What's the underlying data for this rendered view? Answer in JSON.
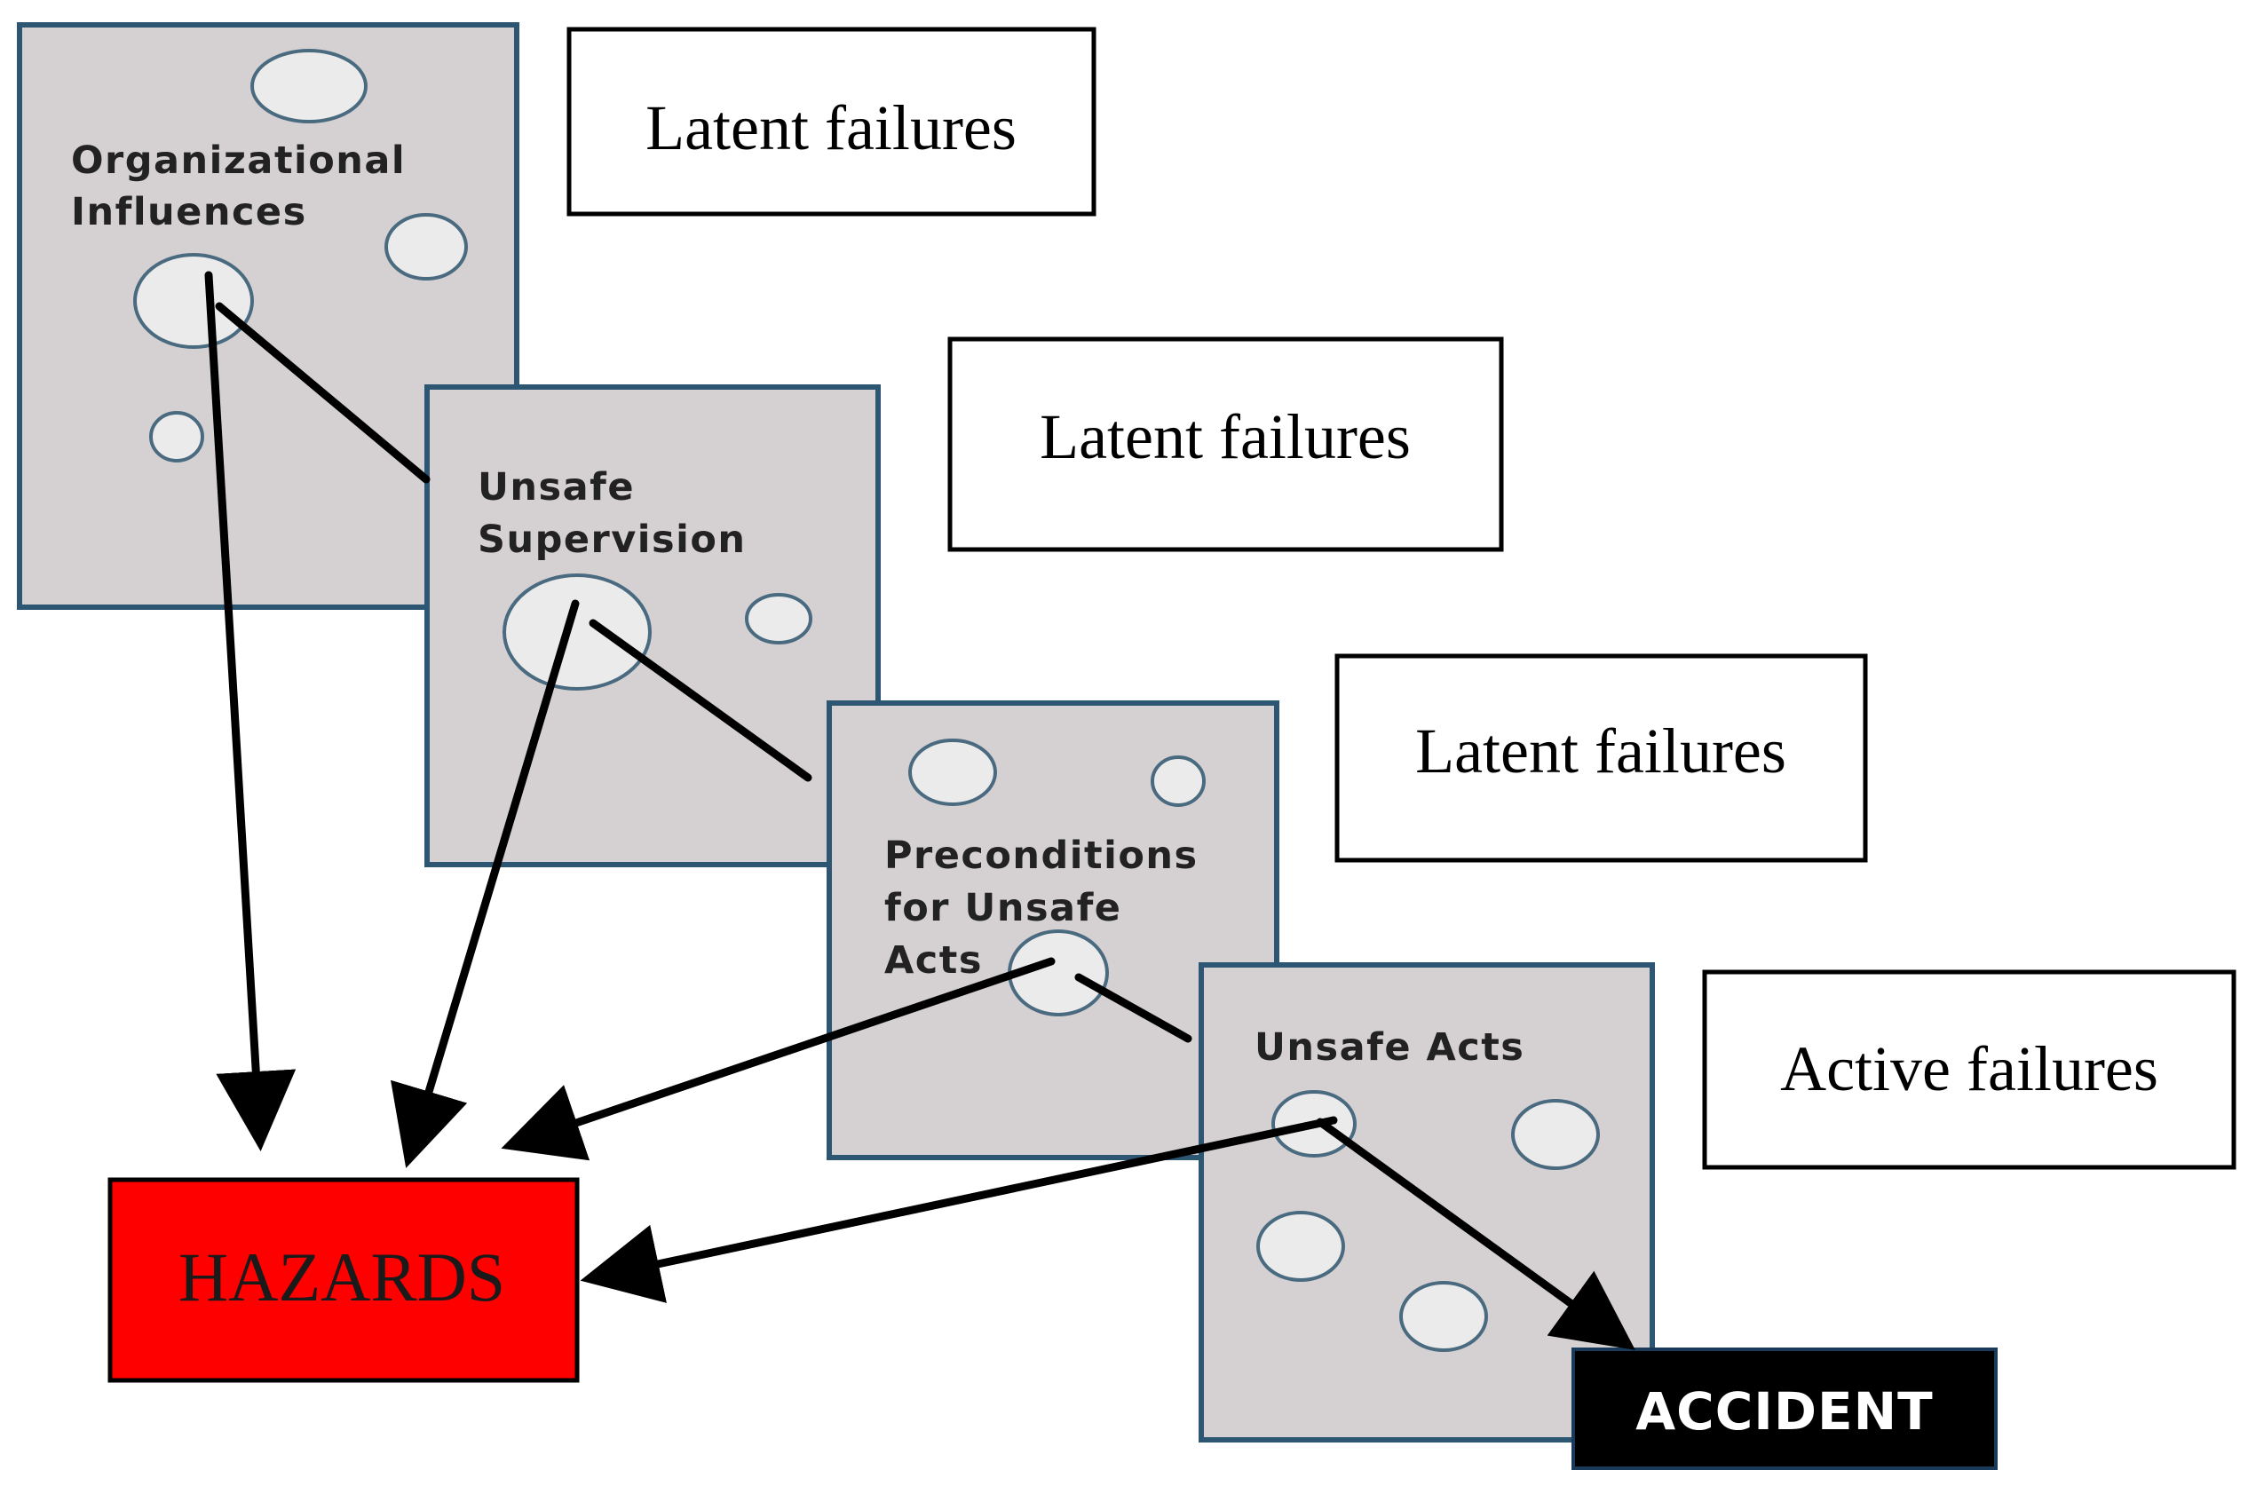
{
  "layers": [
    {
      "id": "organizational",
      "lines": [
        "Organizational",
        "Influences"
      ]
    },
    {
      "id": "supervision",
      "lines": [
        "Unsafe",
        "Supervision"
      ]
    },
    {
      "id": "preconditions",
      "lines": [
        "Preconditions",
        "for Unsafe",
        "Acts"
      ]
    },
    {
      "id": "acts",
      "lines": [
        "Unsafe Acts"
      ]
    }
  ],
  "failure_boxes": [
    {
      "label": "Latent failures"
    },
    {
      "label": "Latent failures"
    },
    {
      "label": "Latent failures"
    },
    {
      "label": "Active failures"
    }
  ],
  "hazards": {
    "label": "HAZARDS"
  },
  "accident": {
    "label": "ACCIDENT"
  },
  "colors": {
    "layer_fill": "#d5d1d2",
    "layer_border": "#2d5673",
    "hole_fill": "#ebebeb",
    "hole_stroke": "#4a6a80",
    "hazards_fill": "#ff0000",
    "accident_fill": "#000000",
    "arrow": "#000000"
  }
}
